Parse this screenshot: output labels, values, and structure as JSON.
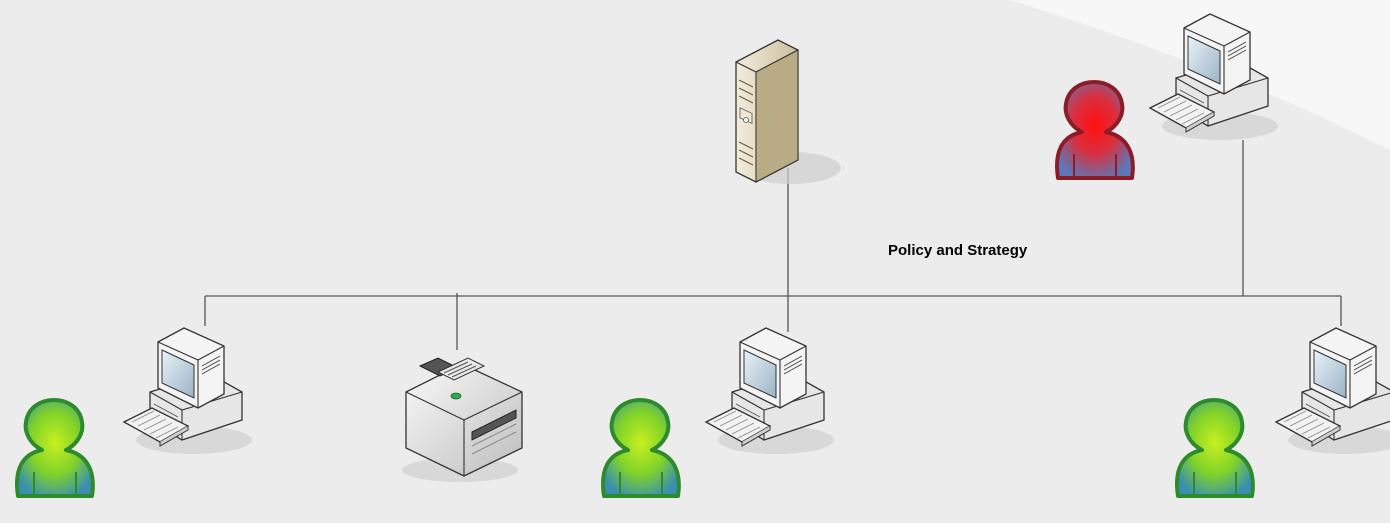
{
  "diagram": {
    "title": "",
    "label": "Policy and Strategy",
    "nodes": [
      {
        "id": "server",
        "type": "server"
      },
      {
        "id": "admin-workstation",
        "type": "workstation",
        "user": "admin"
      },
      {
        "id": "workstation-1",
        "type": "workstation",
        "user": "user"
      },
      {
        "id": "printer",
        "type": "printer"
      },
      {
        "id": "workstation-2",
        "type": "workstation",
        "user": "user"
      },
      {
        "id": "workstation-3",
        "type": "workstation",
        "user": "user"
      }
    ],
    "colors": {
      "background": "#ececec",
      "line": "#555555",
      "user_fill": "#7fd22a",
      "user_outline": "#2e8a2a",
      "admin_fill": "#e8232f",
      "admin_outline": "#8b1c2a"
    }
  }
}
